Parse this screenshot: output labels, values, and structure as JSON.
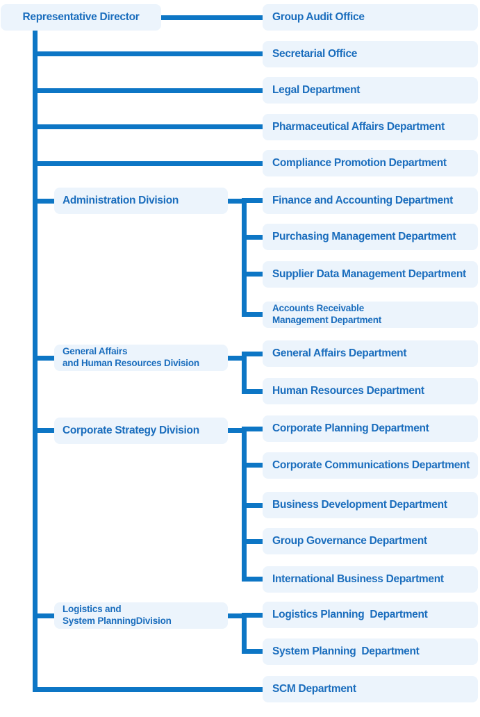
{
  "colors": {
    "background": "#ffffff",
    "line": "#0d76c5",
    "box_fill": "#ecf4fc",
    "text": "#1a6dbd"
  },
  "root": {
    "label": "Representative Director"
  },
  "direct_units": [
    "Group Audit Office",
    "Secretarial Office",
    "Legal Department",
    "Pharmaceutical Affairs Department",
    "Compliance Promotion Department"
  ],
  "divisions": [
    {
      "label": "Administration Division",
      "children": [
        "Finance and Accounting Department",
        "Purchasing Management Department",
        "Supplier Data Management Department",
        "Accounts Receivable\nManagement Department"
      ]
    },
    {
      "label": "General Affairs\nand Human Resources Division",
      "children": [
        "General Affairs Department",
        "Human Resources Department"
      ]
    },
    {
      "label": "Corporate Strategy Division",
      "children": [
        "Corporate Planning Department",
        "Corporate Communications Department",
        "Business Development Department",
        "Group Governance Department",
        "International Business Department"
      ]
    },
    {
      "label": "Logistics and\nSystem PlanningDivision",
      "children": [
        "Logistics Planning  Department",
        "System Planning  Department"
      ]
    }
  ],
  "bottom_unit": "SCM Department"
}
